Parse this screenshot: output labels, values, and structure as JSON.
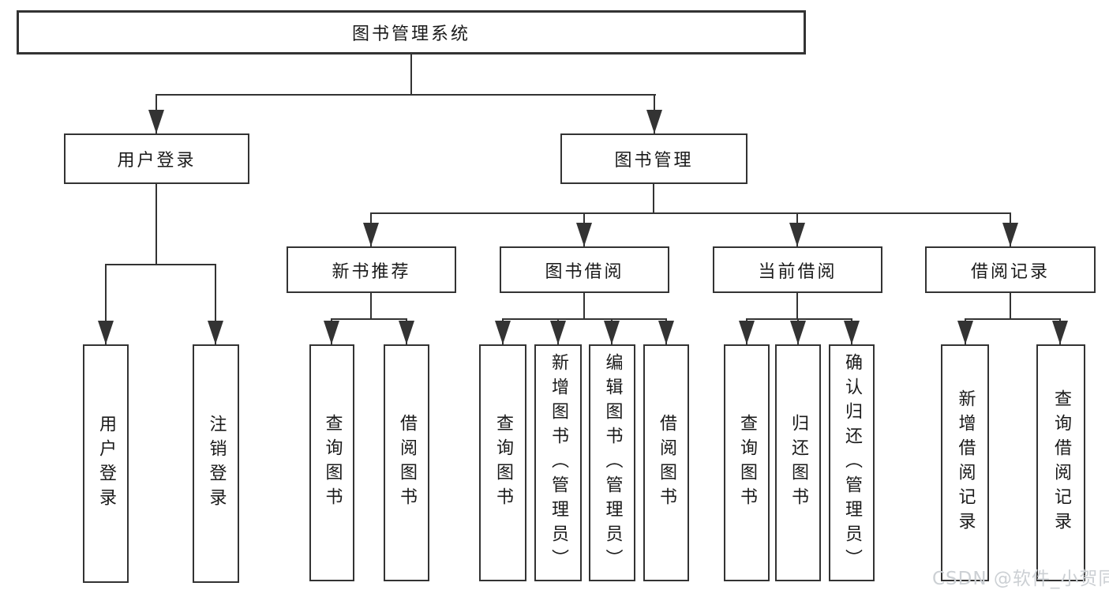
{
  "diagram": {
    "root": {
      "label": "图书管理系统"
    },
    "level2": [
      {
        "label": "用户登录"
      },
      {
        "label": "图书管理"
      }
    ],
    "level3": [
      {
        "label": "新书推荐"
      },
      {
        "label": "图书借阅"
      },
      {
        "label": "当前借阅"
      },
      {
        "label": "借阅记录"
      }
    ],
    "leaves": {
      "user_login": [
        "用户登录",
        "注销登录"
      ],
      "new_books": [
        "查询图书",
        "借阅图书"
      ],
      "book_borrow": [
        "查询图书",
        "新增图书（管理员）",
        "编辑图书（管理员）",
        "借阅图书"
      ],
      "current_borrow": [
        "查询图书",
        "归还图书",
        "确认归还（管理员）"
      ],
      "borrow_records": [
        "新增借阅记录",
        "查询借阅记录"
      ]
    }
  },
  "watermark": {
    "text": "CSDN @软件_小贺同学"
  },
  "colors": {
    "line": "#333333",
    "text": "#1a1a1a",
    "box_bg": "#ffffff",
    "page_bg": "#ffffff",
    "watermark": "#ccd0d4"
  }
}
